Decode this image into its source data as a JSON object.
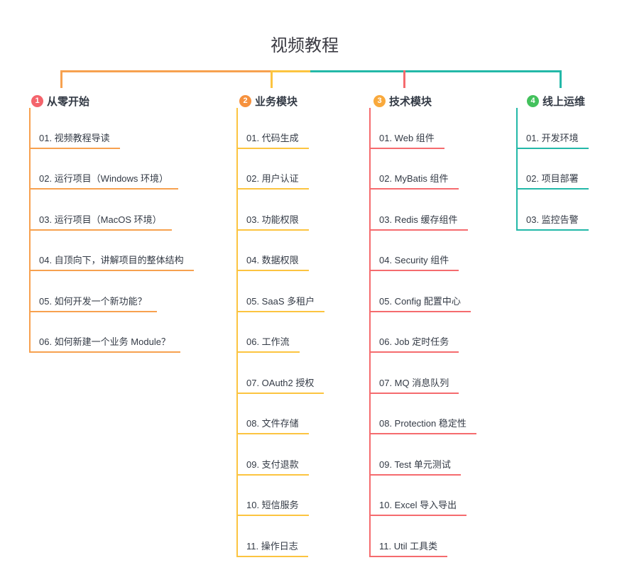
{
  "title": "视频教程",
  "colors": {
    "text": "#333A45",
    "title_text": "#3B3B43",
    "line1": "#F7A14F",
    "line2": "#FCC440",
    "line3": "#F56B6E",
    "line4": "#23B8A8",
    "badge1": "#F4646C",
    "badge2": "#F6913D",
    "badge3": "#F9A93C",
    "badge4": "#43C15C"
  },
  "branches": [
    {
      "number": "1",
      "label": "从零开始",
      "badge_color": "#F4646C",
      "line_color": "#F7A14F",
      "items": [
        "01. 视频教程导读",
        "02. 运行项目（Windows 环境）",
        "03. 运行项目（MacOS 环境）",
        "04. 自顶向下，讲解项目的整体结构",
        "05. 如何开发一个新功能？",
        "06. 如何新建一个业务 Module？"
      ]
    },
    {
      "number": "2",
      "label": "业务模块",
      "badge_color": "#F6913D",
      "line_color": "#FCC440",
      "items": [
        "01. 代码生成",
        "02. 用户认证",
        "03. 功能权限",
        "04. 数据权限",
        "05. SaaS 多租户",
        "06. 工作流",
        "07. OAuth2 授权",
        "08. 文件存储",
        "09. 支付退款",
        "10. 短信服务",
        "11. 操作日志"
      ]
    },
    {
      "number": "3",
      "label": "技术模块",
      "badge_color": "#F9A93C",
      "line_color": "#F56B6E",
      "items": [
        "01. Web 组件",
        "02. MyBatis 组件",
        "03. Redis 缓存组件",
        "04. Security 组件",
        "05. Config 配置中心",
        "06. Job 定时任务",
        "07. MQ 消息队列",
        "08. Protection 稳定性",
        "09. Test 单元测试",
        "10. Excel 导入导出",
        "11. Util 工具类"
      ]
    },
    {
      "number": "4",
      "label": "线上运维",
      "badge_color": "#43C15C",
      "line_color": "#23B8A8",
      "items": [
        "01. 开发环境",
        "02. 项目部署",
        "03. 监控告警"
      ]
    }
  ]
}
